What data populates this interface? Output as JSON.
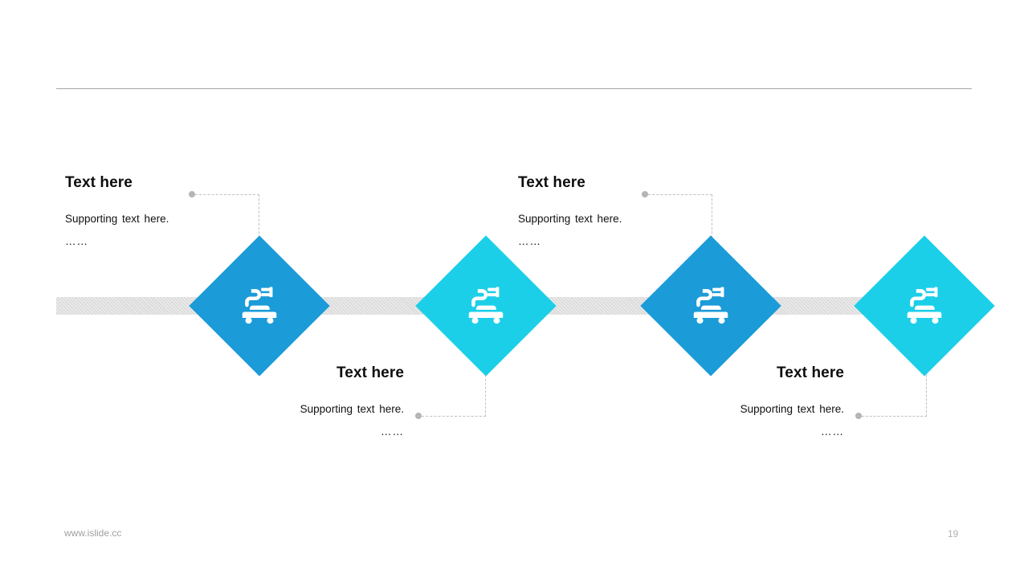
{
  "slide": {
    "page_number": "19",
    "footer_url": "www.islide.cc",
    "background_color": "#ffffff",
    "divider_color": "#a6a6a6"
  },
  "theme": {
    "color_blue": "#1b9bd8",
    "color_cyan": "#1bcfe8",
    "track_gray": "#dcdcdc",
    "connector_gray": "#bfbfbf",
    "dot_gray": "#b5b5b5",
    "text_dark": "#0d0d0d",
    "muted_gray": "#a0a0a0"
  },
  "timeline": {
    "icon_name": "ev-charging-car-icon",
    "nodes": [
      {
        "id": "node-1",
        "color": "#1b9bd8",
        "icon": "ev-charging-car-icon",
        "position": "top"
      },
      {
        "id": "node-2",
        "color": "#1bcfe8",
        "icon": "ev-charging-car-icon",
        "position": "bottom"
      },
      {
        "id": "node-3",
        "color": "#1b9bd8",
        "icon": "ev-charging-car-icon",
        "position": "top"
      },
      {
        "id": "node-4",
        "color": "#1bcfe8",
        "icon": "ev-charging-car-icon",
        "position": "bottom"
      }
    ]
  },
  "blocks": [
    {
      "id": "block-1",
      "title": "Text here",
      "subtitle": "Supporting  text here.",
      "dots": "……",
      "align": "left",
      "position": "top"
    },
    {
      "id": "block-2",
      "title": "Text here",
      "subtitle": "Supporting  text here.",
      "dots": "……",
      "align": "right",
      "position": "bottom"
    },
    {
      "id": "block-3",
      "title": "Text here",
      "subtitle": "Supporting  text here.",
      "dots": "……",
      "align": "left",
      "position": "top"
    },
    {
      "id": "block-4",
      "title": "Text here",
      "subtitle": "Supporting  text here.",
      "dots": "……",
      "align": "right",
      "position": "bottom"
    }
  ]
}
